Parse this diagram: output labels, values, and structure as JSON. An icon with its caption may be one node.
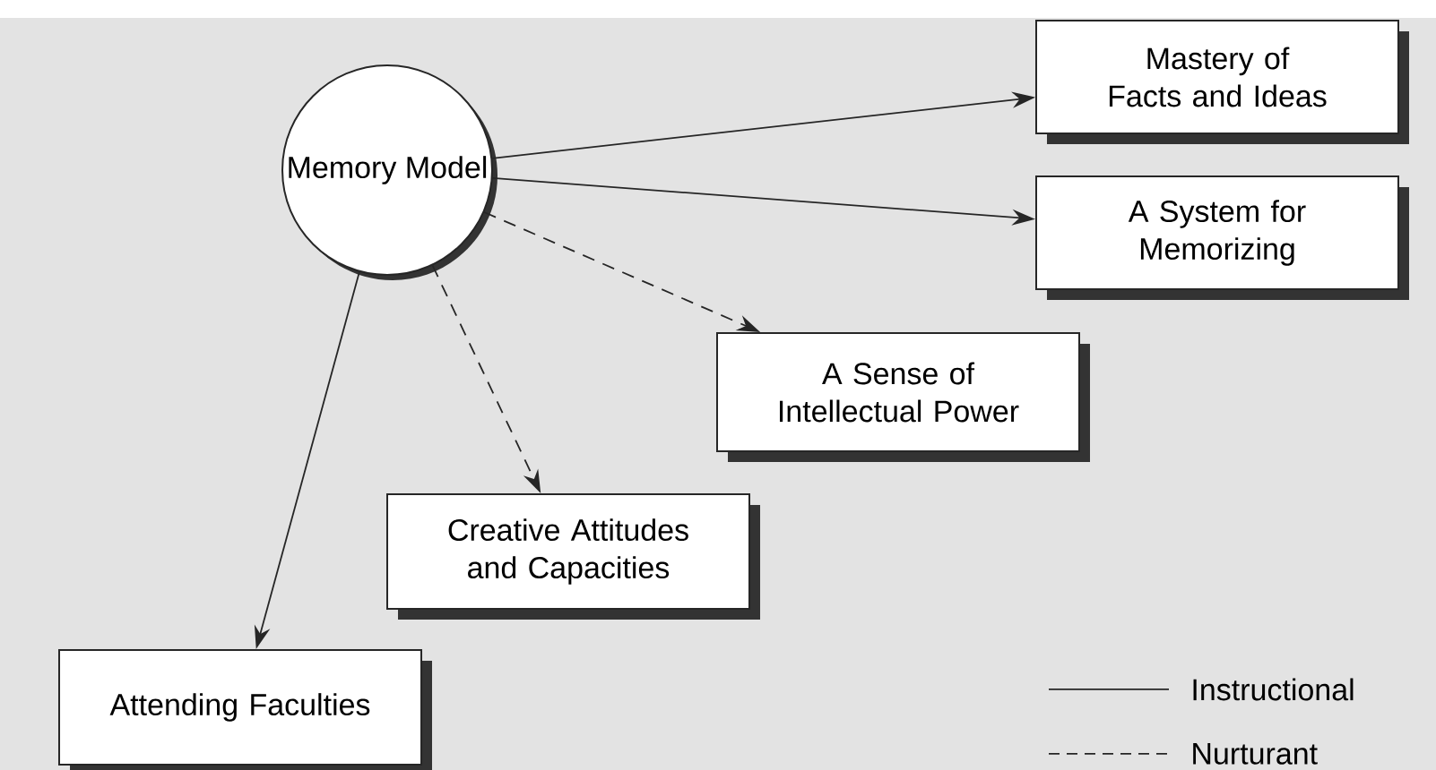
{
  "diagram": {
    "nodes": [
      {
        "text": [
          "Memory Model"
        ]
      },
      {
        "text": [
          "Mastery of Facts and Ideas"
        ]
      },
      {
        "text": [
          "A System for Memorizing"
        ]
      },
      {
        "text": [
          "A Sense of Intellectual Power"
        ]
      },
      {
        "text": [
          "Creative Attitudes and Capacities"
        ]
      },
      {
        "text": [
          "Attending Faculties"
        ]
      }
    ],
    "edges": [
      {
        "from": 0,
        "to": 1,
        "arrow": "to"
      },
      {
        "from": 0,
        "to": 2,
        "arrow": "to"
      },
      {
        "from": 0,
        "to": 3,
        "arrow": "to",
        "style": "dashed"
      },
      {
        "from": 0,
        "to": 4,
        "arrow": "to",
        "style": "dashed"
      },
      {
        "from": 0,
        "to": 5,
        "arrow": "to"
      }
    ],
    "legend": [
      {
        "text": "Instructional"
      },
      {
        "text": "Nurturant"
      }
    ]
  }
}
